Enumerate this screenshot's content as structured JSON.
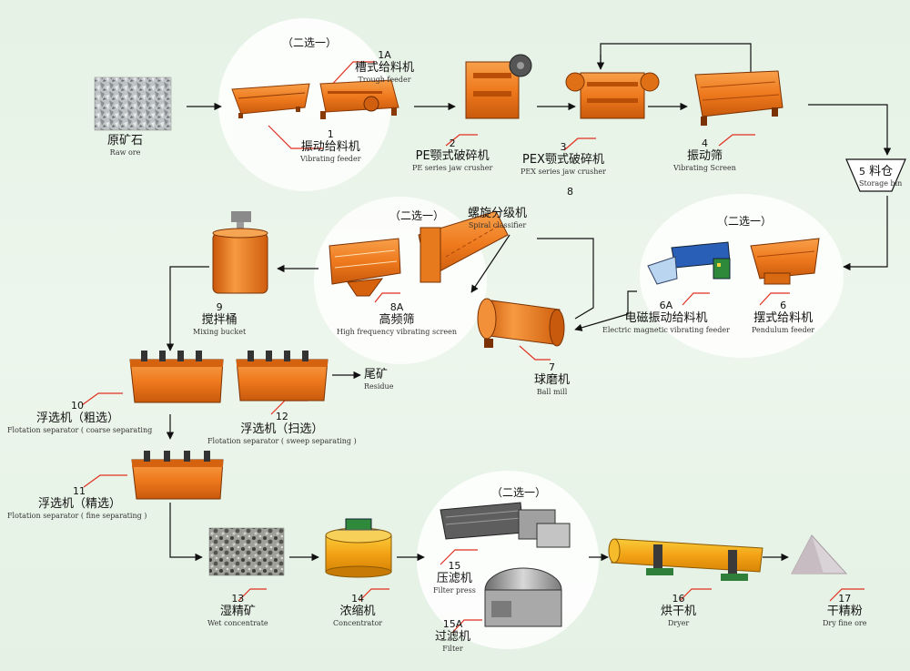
{
  "choice_label": "（二选一）",
  "stray_number": "8",
  "nodes": {
    "raw_ore": {
      "zh": "原矿石",
      "en": "Raw ore"
    },
    "n1": {
      "num": "1",
      "zh": "振动给料机",
      "en": "Vibrating feeder"
    },
    "n1a": {
      "num": "1A",
      "zh": "槽式给料机",
      "en": "Trough feeder"
    },
    "n2": {
      "num": "2",
      "zh": "PE颚式破碎机",
      "en": "PE series jaw crusher"
    },
    "n3": {
      "num": "3",
      "zh": "PEX颚式破碎机",
      "en": "PEX series jaw crusher"
    },
    "n4": {
      "num": "4",
      "zh": "振动筛",
      "en": "Vibrating Screen"
    },
    "n5": {
      "num": "5",
      "zh": "料仓",
      "en": "Storage bin"
    },
    "n6": {
      "num": "6",
      "zh": "摆式给料机",
      "en": "Pendulum feeder"
    },
    "n6a": {
      "num": "6A",
      "zh": "电磁振动给料机",
      "en": "Electric magnetic vibrating feeder"
    },
    "n7": {
      "num": "7",
      "zh": "球磨机",
      "en": "Ball mill"
    },
    "spiral": {
      "zh": "螺旋分级机",
      "en": "Spiral classifier"
    },
    "n8a": {
      "num": "8A",
      "zh": "高频筛",
      "en": "High frequency vibrating screen"
    },
    "n9": {
      "num": "9",
      "zh": "搅拌桶",
      "en": "Mixing bucket"
    },
    "n10": {
      "num": "10",
      "zh": "浮选机（粗选）",
      "en": "Flotation separator ( coarse separating"
    },
    "n12": {
      "num": "12",
      "zh": "浮选机（扫选）",
      "en": "Flotation separator ( sweep separating )"
    },
    "residue": {
      "zh": "尾矿",
      "en": "Residue"
    },
    "n11": {
      "num": "11",
      "zh": "浮选机（精选）",
      "en": "Flotation separator ( fine separating )"
    },
    "n13": {
      "num": "13",
      "zh": "湿精矿",
      "en": "Wet concentrate"
    },
    "n14": {
      "num": "14",
      "zh": "浓缩机",
      "en": "Concentrator"
    },
    "n15": {
      "num": "15",
      "zh": "压滤机",
      "en": "Filter press"
    },
    "n15a": {
      "num": "15A",
      "zh": "过滤机",
      "en": "Filter"
    },
    "n16": {
      "num": "16",
      "zh": "烘干机",
      "en": "Dryer"
    },
    "n17": {
      "num": "17",
      "zh": "干精粉",
      "en": "Dry fine ore"
    }
  }
}
